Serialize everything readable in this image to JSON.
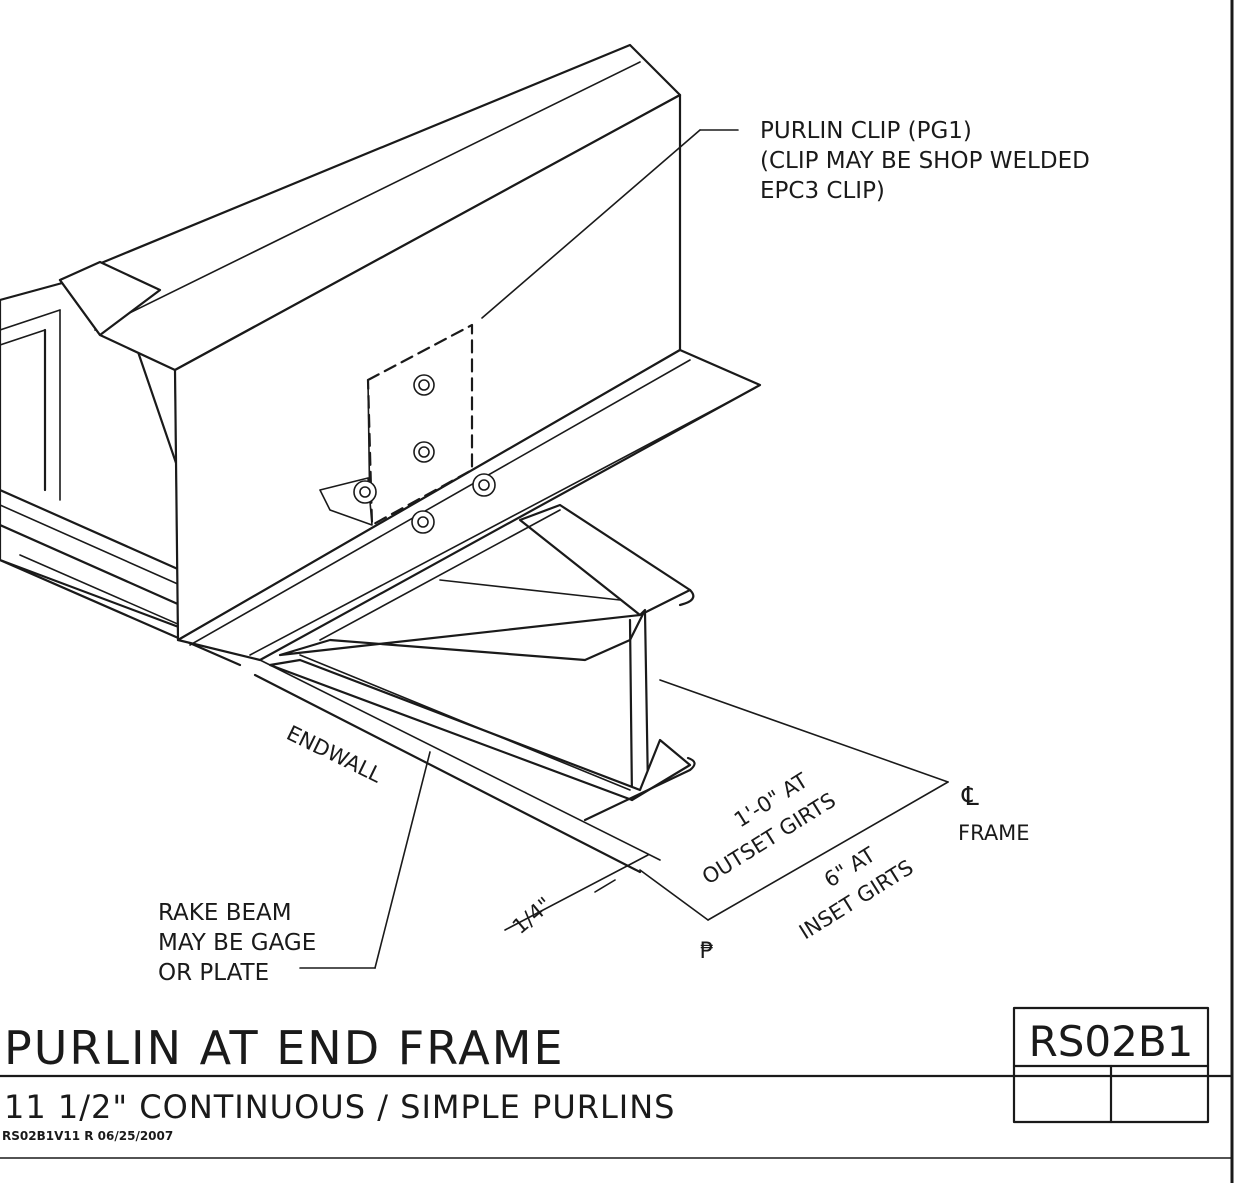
{
  "callouts": {
    "purlin_clip": [
      "PURLIN CLIP (PG1)",
      "(CLIP MAY BE SHOP WELDED",
      "EPC3 CLIP)"
    ],
    "rake_beam": [
      "RAKE BEAM",
      "MAY BE GAGE",
      "OR PLATE"
    ],
    "endwall": "ENDWALL"
  },
  "dimensions": {
    "outset": [
      "1'-0\" AT",
      "OUTSET GIRTS"
    ],
    "inset": [
      "6\" AT",
      "INSET GIRTS"
    ],
    "quarter": "1/4\"",
    "centerline_frame": "FRAME",
    "centerline_symbol": "℄",
    "property_line_symbol": "₱"
  },
  "title_block": {
    "title": "PURLIN AT END FRAME",
    "subtitle": "11 1/2\" CONTINUOUS / SIMPLE PURLINS",
    "drawing_code": "RS02B1",
    "file_info": "RS02B1V11   R   06/25/2007"
  }
}
